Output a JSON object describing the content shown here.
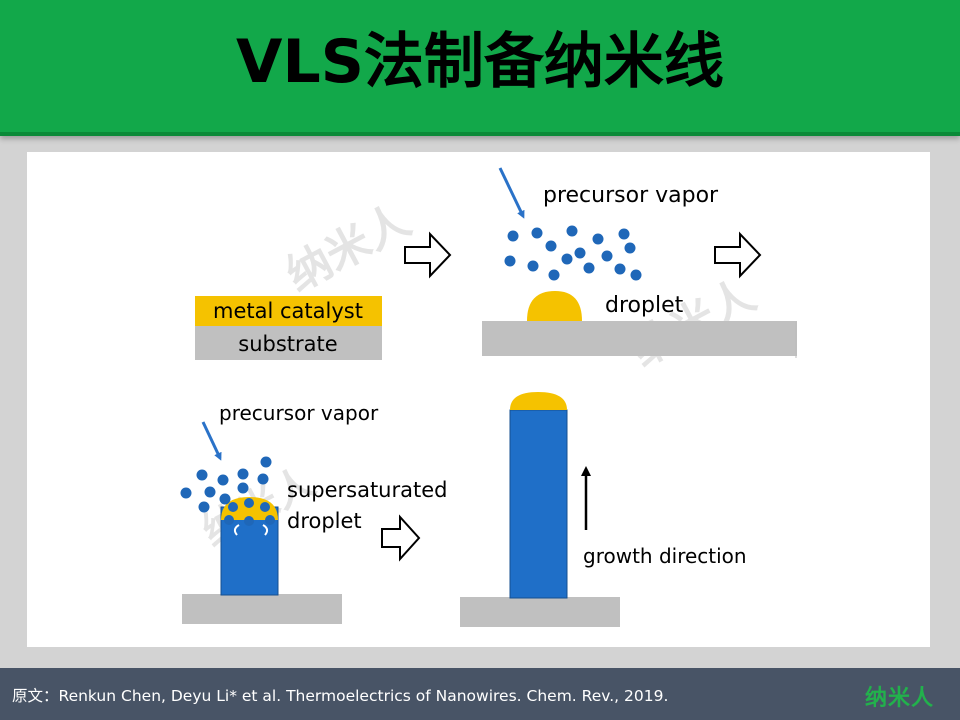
{
  "slide": {
    "title": "VLS法制备纳米线"
  },
  "diagram": {
    "labels": {
      "metal_catalyst": "metal catalyst",
      "substrate": "substrate",
      "precursor_vapor_top": "precursor vapor",
      "droplet_top": "droplet",
      "precursor_vapor_bottom": "precursor vapor",
      "supersaturated": "supersaturated",
      "droplet_bottom": "droplet",
      "growth_direction": "growth direction"
    },
    "watermark": "纳米人",
    "colors": {
      "catalyst": "#f5c200",
      "substrate": "#c0c0c0",
      "nanowire": "#1f6fc8",
      "arrow": "#2a72c8",
      "vapor_dot": "#1f67b8"
    }
  },
  "footer": {
    "citation": "原文：Renkun Chen, Deyu Li* et al. Thermoelectrics of Nanowires. Chem. Rev., 2019.",
    "brand": "纳米人"
  }
}
